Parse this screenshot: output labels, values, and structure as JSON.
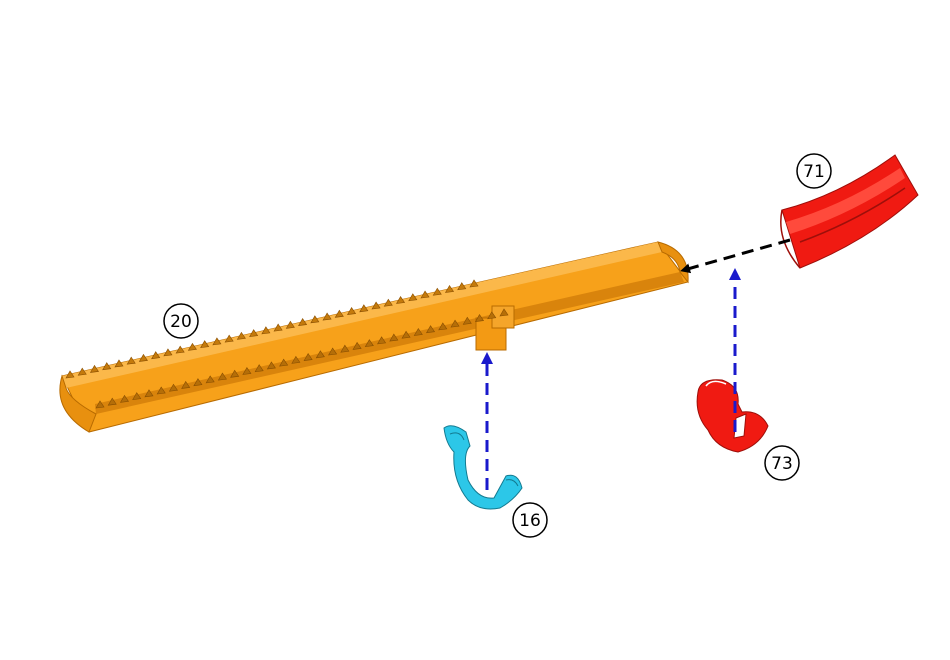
{
  "diagram": {
    "type": "exploded-assembly",
    "colors": {
      "background": "#ffffff",
      "channel": "#f7a11a",
      "channel_shadow": "#d9840c",
      "clip_blue": "#2cc7e8",
      "red_parts": "#f01a12",
      "arrow_blue": "#1a1acc",
      "arrow_black": "#000000"
    },
    "parts": [
      {
        "id": "channel",
        "callout": "20",
        "color_key": "channel"
      },
      {
        "id": "elbow",
        "callout": "71",
        "color_key": "red_parts"
      },
      {
        "id": "end-clip",
        "callout": "73",
        "color_key": "red_parts"
      },
      {
        "id": "spring-clip",
        "callout": "16",
        "color_key": "clip_blue"
      }
    ],
    "arrows": [
      {
        "from": "spring-clip",
        "to": "channel",
        "style": "dashed",
        "color_key": "arrow_blue"
      },
      {
        "from": "end-clip",
        "to": "channel",
        "style": "dashed",
        "color_key": "arrow_blue"
      },
      {
        "from": "elbow",
        "to": "channel",
        "style": "dashed",
        "color_key": "arrow_black"
      }
    ]
  }
}
